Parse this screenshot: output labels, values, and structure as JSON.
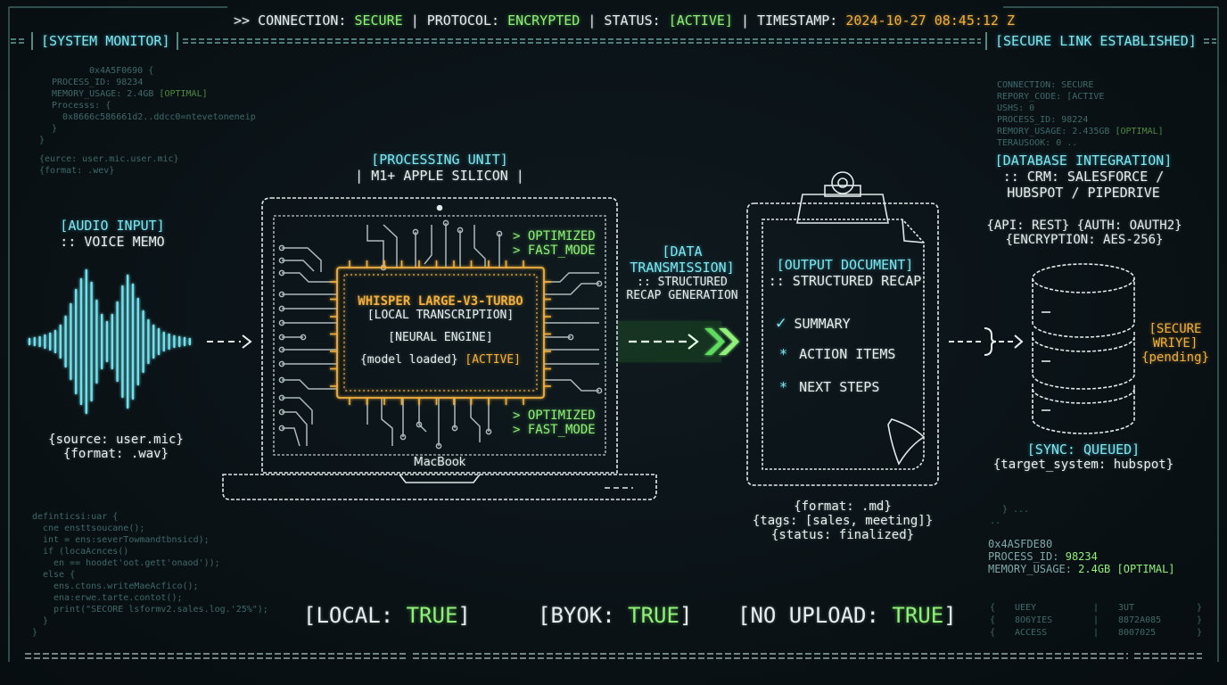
{
  "top_bar": {
    "prefix": ">> CONNECTION:",
    "connection": "SECURE",
    "sep1": "| PROTOCOL:",
    "protocol": "ENCRYPTED",
    "sep2": "| STATUS:",
    "status": "[ACTIVE]",
    "sep3": "| TIMESTAMP:",
    "timestamp": "2024-10-27 08:45:12 Z"
  },
  "header": {
    "left_title": "[SYSTEM MONITOR]",
    "right_title": "[SECURE LINK ESTABLISHED]"
  },
  "left_log_top": {
    "lines": [
      "0x4A5F0690 {",
      "PROCESS_ID: 98234",
      "MEMORY_USAGE: 2.4GB",
      "Processs: {",
      "0x8666c586661d2..ddcc0=ntevetoneneip",
      "}",
      "}",
      "{eurce: user.mic.user.mic}",
      "{format: .wev}"
    ],
    "optimal": "[OPTIMAL]"
  },
  "left_log_bottom": {
    "lines": [
      "definticsi:uar {",
      "cne ensttsoucane();",
      "int = ens:severTowmandtbnsicd);",
      "if (locaAcnces()",
      "en == hoodet'oot.gett'onaod'));",
      "else {",
      "ens.ctons.writeMaeAcfico();",
      "ena:erwe.tarte.contot();",
      "print(\"SECORE lsformv2.sales.log.'25%\");",
      "}",
      "}"
    ]
  },
  "right_log_top": {
    "lines": [
      "CONNECTION: SECURE",
      "REPORY_CODE: [ACTIVE",
      "USHS: 0",
      "PROCESS_ID: 98224",
      "REMORY_USAGE: 2.435GB",
      "TERAUSOOK: 0 .."
    ],
    "optimal": "[OPTIMAL]"
  },
  "right_log_bottom": {
    "dots": "} ...",
    "dots2": "..",
    "addr": "0x4ASFDE80",
    "process_label": "PROCESS_ID:",
    "process_id": "98234",
    "memory_label": "MEMORY_USAGE:",
    "memory_val": "2.4GB [OPTIMAL]",
    "table": [
      [
        "{",
        "UEEY",
        "|",
        "3UT",
        "}"
      ],
      [
        "{",
        "8O6YIES",
        "|",
        "8872A085",
        "}"
      ],
      [
        "{",
        "ACCESS",
        "|",
        "8007025",
        "}"
      ]
    ]
  },
  "audio": {
    "title": "[AUDIO INPUT]",
    "subtitle": ":: VOICE MEMO",
    "source": "{source: user.mic}",
    "format": "{format: .wav}"
  },
  "processing": {
    "title": "[PROCESSING UNIT]",
    "subtitle": "| M1+ APPLE SILICON |",
    "opt1": "> OPTIMIZED",
    "fast1": "> FAST_MODE",
    "opt2": "> OPTIMIZED",
    "fast2": "> FAST_MODE",
    "chip_model": "WHISPER LARGE-V3-TURBO",
    "chip_local": "[LOCAL TRANSCRIPTION]",
    "chip_engine": "[NEURAL ENGINE]",
    "chip_loaded": "{model loaded}",
    "chip_active": "[ACTIVE]",
    "laptop_label": "MacBook"
  },
  "transmission": {
    "title1": "[DATA",
    "title2": "TRANSMISSION]",
    "sub1": ":: STRUCTURED",
    "sub2": "RECAP GENERATION"
  },
  "output": {
    "title": "[OUTPUT DOCUMENT]",
    "subtitle": ":: STRUCTURED RECAP",
    "check_icon": "check-icon",
    "item1": "SUMMARY",
    "item2": "ACTION ITEMS",
    "item3": "NEXT STEPS",
    "format": "{format: .md}",
    "tags": "{tags: [sales, meeting]}",
    "status": "{status: finalized}"
  },
  "database": {
    "title": "[DATABASE INTEGRATION]",
    "sub1": ":: CRM: SALESFORCE /",
    "sub2": "HUBSPOT / PIPEDRIVE",
    "api": "{API: REST} {AUTH: OAUTH2}",
    "encryption": "{ENCRYPTION: AES-256}",
    "secure1": "[SECURE",
    "secure2": "WRIYE]",
    "pending": "{pending}",
    "sync": "[SYNC: QUEUED]",
    "target": "{target_system: hubspot}"
  },
  "flags": {
    "local_label": "[LOCAL:",
    "local_val": "TRUE",
    "byok_label": "[BYOK:",
    "byok_val": "TRUE",
    "upload_label": "[NO UPLOAD:",
    "upload_val": "TRUE",
    "close": "]"
  },
  "colors": {
    "cyan": "#7fe6f0",
    "green": "#8ff07a",
    "amber": "#f0b040",
    "background": "#0a1216"
  }
}
